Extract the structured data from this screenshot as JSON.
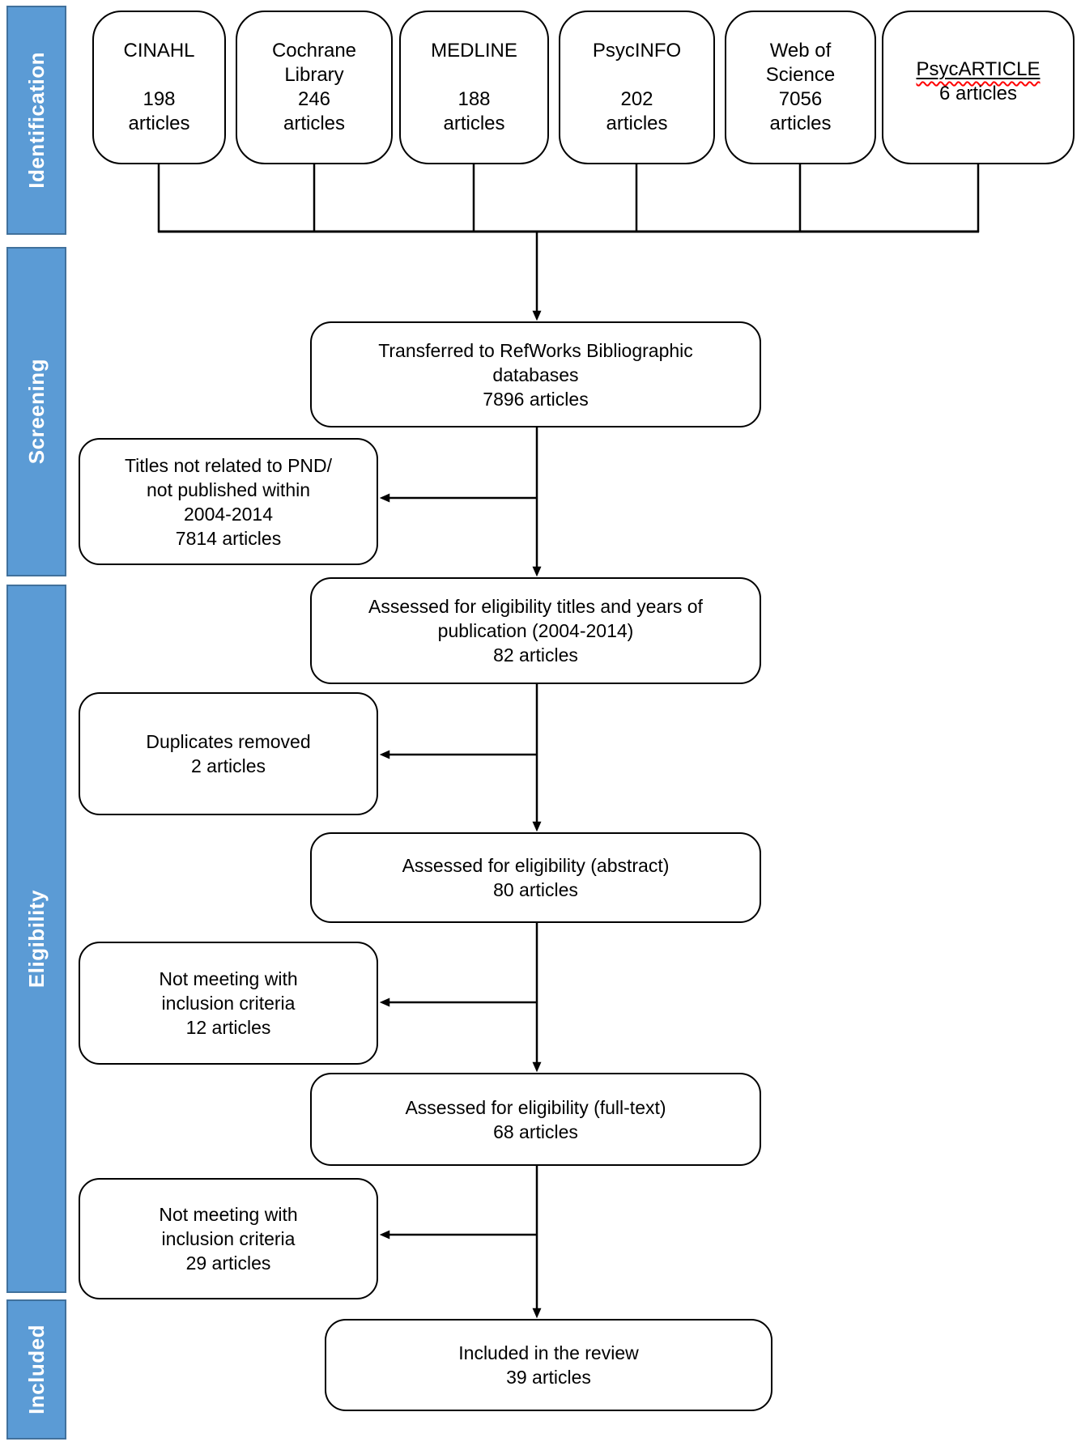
{
  "colors": {
    "stage_fill": "#5b9bd5",
    "stage_border": "#41719c",
    "box_border": "#000000",
    "spellcheck": "#ff0000"
  },
  "stages": [
    {
      "label": "Identification"
    },
    {
      "label": "Screening"
    },
    {
      "label": "Eligibility"
    },
    {
      "label": "Included"
    }
  ],
  "sources": [
    {
      "name": "CINAHL",
      "articles": 198,
      "text": "CINAHL\n\n198\narticles"
    },
    {
      "name": "Cochrane Library",
      "articles": 246,
      "text": "Cochrane\nLibrary\n246\narticles"
    },
    {
      "name": "MEDLINE",
      "articles": 188,
      "text": "MEDLINE\n\n188\narticles"
    },
    {
      "name": "PsycINFO",
      "articles": 202,
      "text": "PsycINFO\n\n202\narticles"
    },
    {
      "name": "Web of Science",
      "articles": 7056,
      "text": "Web of\nScience\n7056\narticles"
    },
    {
      "name": "PsycARTICLE",
      "articles": 6,
      "name_line": "PsycARTICLE",
      "count_line": "6 articles"
    }
  ],
  "flow": {
    "transferred": {
      "articles": 7896,
      "text": "Transferred to RefWorks Bibliographic\ndatabases\n7896 articles"
    },
    "assessed_titles": {
      "articles": 82,
      "text": "Assessed for eligibility titles and years of\npublication (2004-2014)\n82 articles"
    },
    "assessed_abstract": {
      "articles": 80,
      "text": "Assessed for eligibility (abstract)\n80 articles"
    },
    "assessed_fulltext": {
      "articles": 68,
      "text": "Assessed for eligibility (full-text)\n68 articles"
    },
    "included": {
      "articles": 39,
      "text": "Included in the review\n39 articles"
    }
  },
  "exclusions": {
    "titles_not_related": {
      "articles": 7814,
      "text": "Titles not related to PND/\nnot published within\n2004-2014\n7814 articles"
    },
    "duplicates": {
      "articles": 2,
      "text": "Duplicates removed\n2 articles"
    },
    "abstract_excluded": {
      "articles": 12,
      "text": "Not meeting with\ninclusion criteria\n12 articles"
    },
    "fulltext_excluded": {
      "articles": 29,
      "text": "Not meeting with\ninclusion criteria\n29 articles"
    }
  }
}
